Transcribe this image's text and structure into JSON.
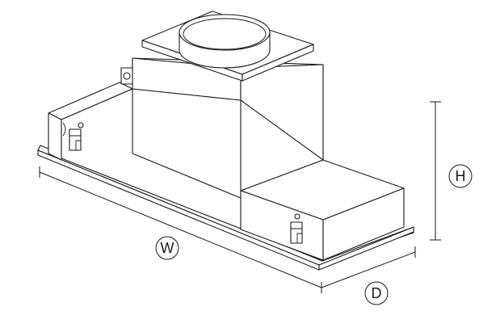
{
  "dimensions": {
    "width_label": "W",
    "depth_label": "D",
    "height_label": "H"
  }
}
